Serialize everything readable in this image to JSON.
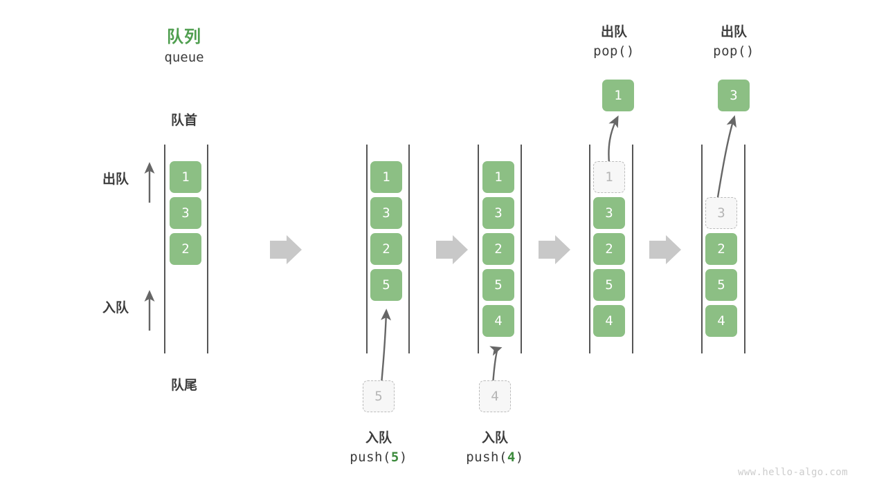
{
  "watermark": "www.hello-algo.com",
  "header": {
    "title_cn": "队列",
    "title_en": "queue",
    "front_label": "队首",
    "rear_label": "队尾"
  },
  "side_labels": {
    "dequeue": "出队",
    "enqueue": "入队"
  },
  "colors": {
    "cell_fill": "#8cbf84",
    "cell_text": "#ffffff",
    "ghost_fill": "#f7f7f7",
    "ghost_border": "#bbbbbb",
    "ghost_text": "#b5b5b5",
    "title_green": "#4f9e4f",
    "code_green": "#3c8a3c",
    "rail": "#555555",
    "step_arrow": "#c8c8c8",
    "thin_arrow": "#666666",
    "text": "#3c3c3c",
    "watermark": "#cccccc",
    "background": "#ffffff"
  },
  "columns": [
    {
      "id": "initial",
      "slots": [
        {
          "value": "1",
          "state": "filled"
        },
        {
          "value": "3",
          "state": "filled"
        },
        {
          "value": "2",
          "state": "filled"
        },
        {
          "value": "",
          "state": "empty"
        },
        {
          "value": "",
          "state": "empty"
        }
      ]
    },
    {
      "id": "after-push-5",
      "slots": [
        {
          "value": "1",
          "state": "filled"
        },
        {
          "value": "3",
          "state": "filled"
        },
        {
          "value": "2",
          "state": "filled"
        },
        {
          "value": "5",
          "state": "filled"
        },
        {
          "value": "",
          "state": "empty"
        }
      ]
    },
    {
      "id": "after-push-4",
      "slots": [
        {
          "value": "1",
          "state": "filled"
        },
        {
          "value": "3",
          "state": "filled"
        },
        {
          "value": "2",
          "state": "filled"
        },
        {
          "value": "5",
          "state": "filled"
        },
        {
          "value": "4",
          "state": "filled"
        }
      ]
    },
    {
      "id": "after-pop-1",
      "slots": [
        {
          "value": "1",
          "state": "ghost"
        },
        {
          "value": "3",
          "state": "filled"
        },
        {
          "value": "2",
          "state": "filled"
        },
        {
          "value": "5",
          "state": "filled"
        },
        {
          "value": "4",
          "state": "filled"
        }
      ]
    },
    {
      "id": "after-pop-3",
      "slots": [
        {
          "value": "",
          "state": "empty"
        },
        {
          "value": "3",
          "state": "ghost"
        },
        {
          "value": "2",
          "state": "filled"
        },
        {
          "value": "5",
          "state": "filled"
        },
        {
          "value": "4",
          "state": "filled"
        }
      ]
    }
  ],
  "operations": {
    "push_5": {
      "cn": "入队",
      "code_prefix": "push(",
      "code_value": "5",
      "code_suffix": ")",
      "ghost_value": "5"
    },
    "push_4": {
      "cn": "入队",
      "code_prefix": "push(",
      "code_value": "4",
      "code_suffix": ")",
      "ghost_value": "4"
    },
    "pop_1": {
      "cn": "出队",
      "code": "pop()",
      "result_value": "1"
    },
    "pop_3": {
      "cn": "出队",
      "code": "pop()",
      "result_value": "3"
    }
  }
}
